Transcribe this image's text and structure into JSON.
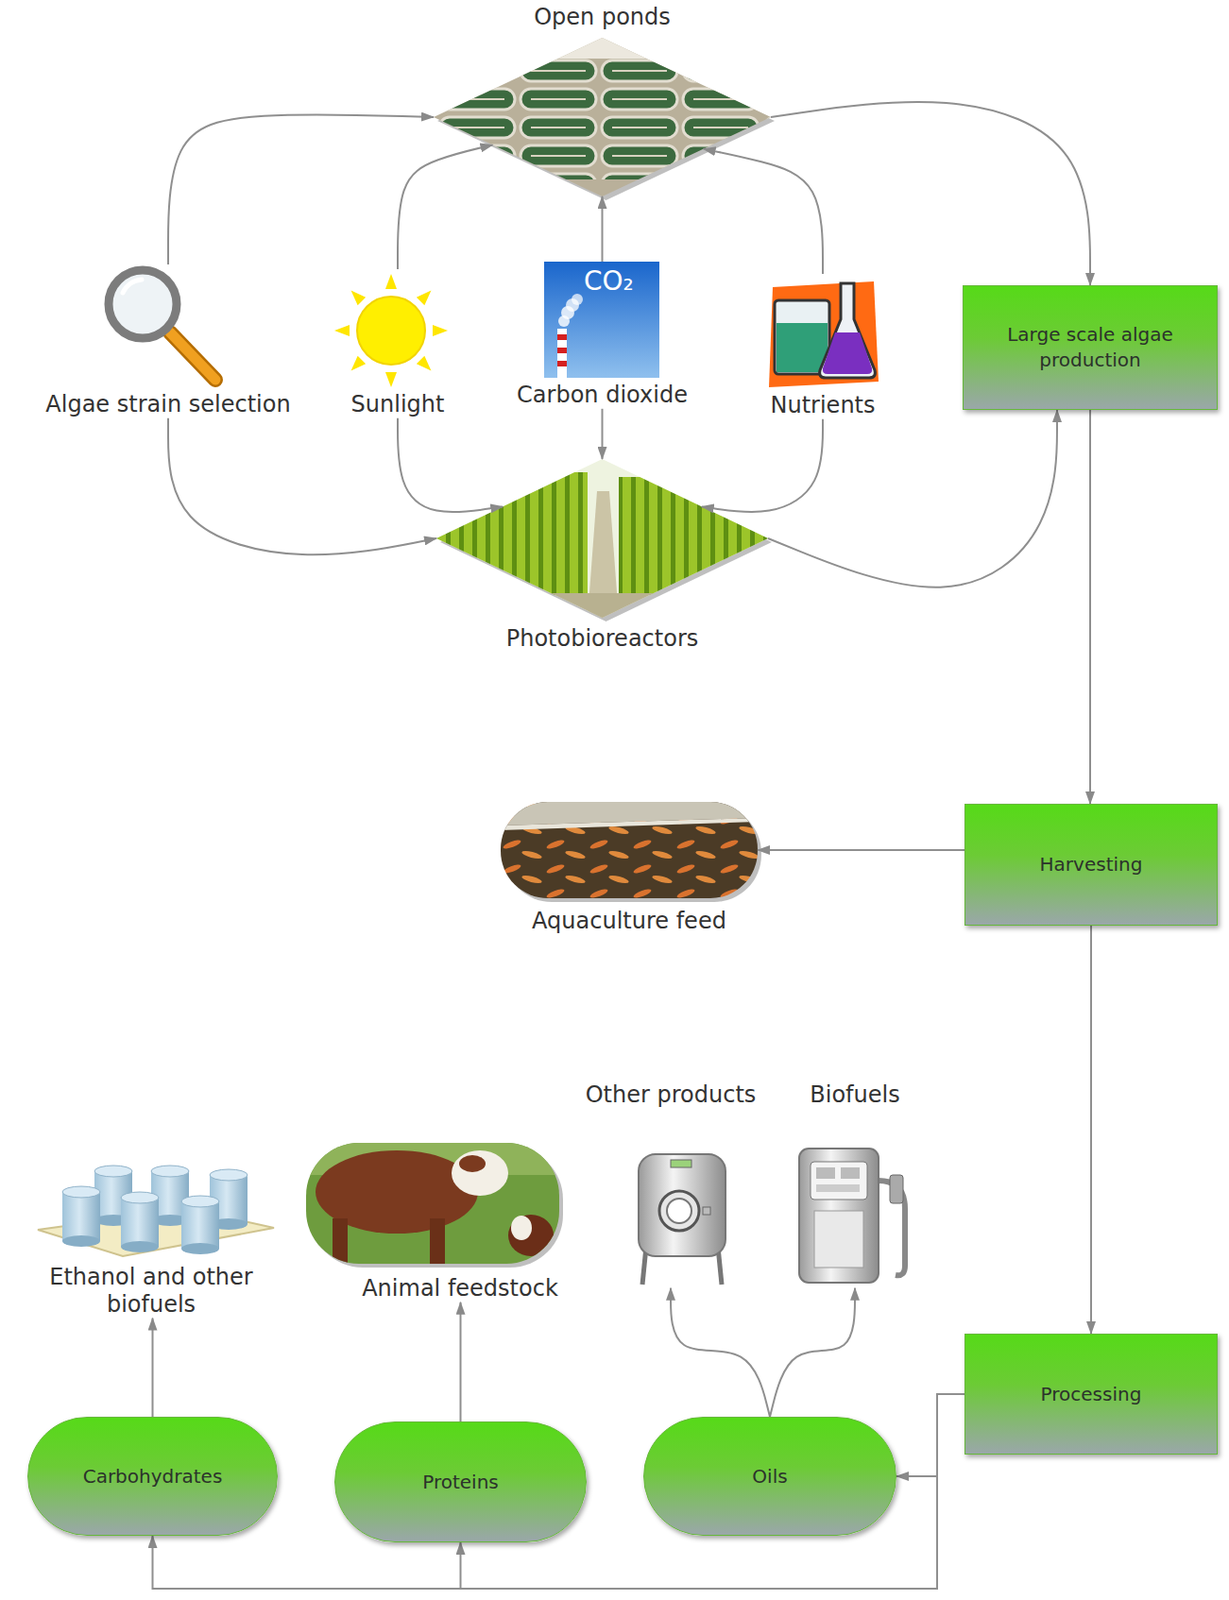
{
  "diagram": {
    "nodes": [
      {
        "text": [
          "Open ponds"
        ]
      },
      {
        "text": [
          "Algae strain selection"
        ]
      },
      {
        "text": [
          "Sunlight"
        ]
      },
      {
        "text": [
          "Carbon dioxide"
        ]
      },
      {
        "text": [
          "Nutrients"
        ]
      },
      {
        "text": [
          "Photobioreactors"
        ]
      },
      {
        "text": [
          "Large scale algae production"
        ]
      },
      {
        "text": [
          "Harvesting"
        ]
      },
      {
        "text": [
          "Aquaculture feed"
        ]
      },
      {
        "text": [
          "Processing"
        ]
      },
      {
        "text": [
          "Other products"
        ]
      },
      {
        "text": [
          "Biofuels"
        ]
      },
      {
        "text": [
          "Ethanol and other biofuels"
        ]
      },
      {
        "text": [
          "Animal feedstock"
        ]
      },
      {
        "text": [
          "Carbohydrates"
        ]
      },
      {
        "text": [
          "Proteins"
        ]
      },
      {
        "text": [
          "Oils"
        ]
      }
    ],
    "edges": [
      {
        "from": 1,
        "to": 0,
        "arrow": "to"
      },
      {
        "from": 1,
        "to": 5,
        "arrow": "to"
      },
      {
        "from": 2,
        "to": 0,
        "arrow": "to"
      },
      {
        "from": 2,
        "to": 5,
        "arrow": "to"
      },
      {
        "from": 3,
        "to": 0,
        "arrow": "to"
      },
      {
        "from": 3,
        "to": 5,
        "arrow": "to"
      },
      {
        "from": 4,
        "to": 0,
        "arrow": "to"
      },
      {
        "from": 4,
        "to": 5,
        "arrow": "to"
      },
      {
        "from": 0,
        "to": 6,
        "arrow": "to"
      },
      {
        "from": 5,
        "to": 6,
        "arrow": "to"
      },
      {
        "from": 6,
        "to": 7,
        "arrow": "to"
      },
      {
        "from": 7,
        "to": 8,
        "arrow": "to"
      },
      {
        "from": 7,
        "to": 9,
        "arrow": "to"
      },
      {
        "from": 9,
        "to": 14,
        "arrow": "to"
      },
      {
        "from": 9,
        "to": 15,
        "arrow": "to"
      },
      {
        "from": 9,
        "to": 16,
        "arrow": "to"
      },
      {
        "from": 14,
        "to": 12,
        "arrow": "to"
      },
      {
        "from": 15,
        "to": 13,
        "arrow": "to"
      },
      {
        "from": 16,
        "to": 10,
        "arrow": "to"
      },
      {
        "from": 16,
        "to": 11,
        "arrow": "to"
      }
    ],
    "labels": [
      "CO₂"
    ]
  }
}
